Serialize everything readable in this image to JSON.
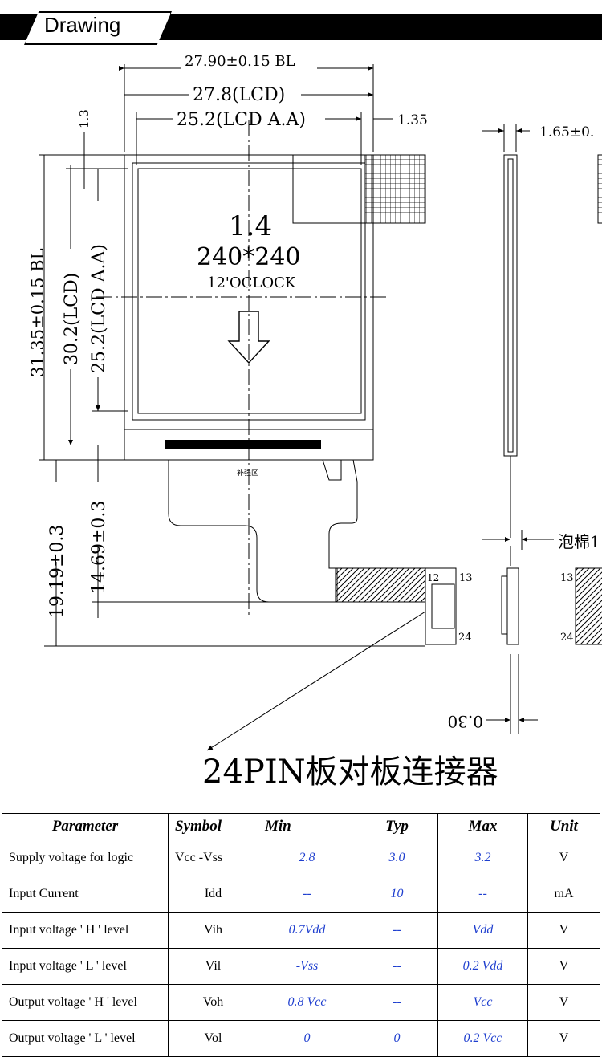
{
  "header": {
    "title": "Drawing"
  },
  "drawing": {
    "dim_overall_width": "27.90±0.15 BL",
    "dim_lcd_width": "27.8(LCD)",
    "dim_aa_width": "25.2(LCD A.A)",
    "dim_right_offset": "1.35",
    "dim_top_offset": "1.3",
    "dim_overall_height": "31.35±0.15 BL",
    "dim_lcd_height": "30.2(LCD)",
    "dim_aa_height": "25.2(LCD A.A)",
    "dim_fpc_long": "19.19±0.3",
    "dim_fpc_short": "14.69±0.3",
    "screen_size": "1.4",
    "resolution": "240*240",
    "orientation": "12'OCLOCK",
    "thickness": "1.65±0.",
    "foam_label": "泡棉1",
    "connector_thickness": "0.30",
    "pin_12": "12",
    "pin_13": "13",
    "pin_24": "24",
    "pin_13_side": "13",
    "pin_24_side": "24",
    "fpc_mark": "补强区",
    "connector_label": "24PIN板对板连接器"
  },
  "table": {
    "headers": [
      "Parameter",
      "Symbol",
      "Min",
      "Typ",
      "Max",
      "Unit"
    ],
    "rows": [
      [
        "Supply voltage for logic",
        "Vcc -Vss",
        "2.8",
        "3.0",
        "3.2",
        "V"
      ],
      [
        "Input Current",
        "Idd",
        "--",
        "10",
        "--",
        "mA"
      ],
      [
        "Input voltage ' H ' level",
        "Vih",
        "0.7Vdd",
        "--",
        "Vdd",
        "V"
      ],
      [
        "Input voltage ' L ' level",
        "Vil",
        "-Vss",
        "--",
        "0.2 Vdd",
        "V"
      ],
      [
        "Output voltage ' H ' level",
        "Voh",
        "0.8 Vcc",
        "--",
        "Vcc",
        "V"
      ],
      [
        "Output voltage ' L ' level",
        "Vol",
        "0",
        "0",
        "0.2 Vcc",
        "V"
      ]
    ]
  },
  "colors": {
    "value_blue": "#1f3fcf"
  }
}
